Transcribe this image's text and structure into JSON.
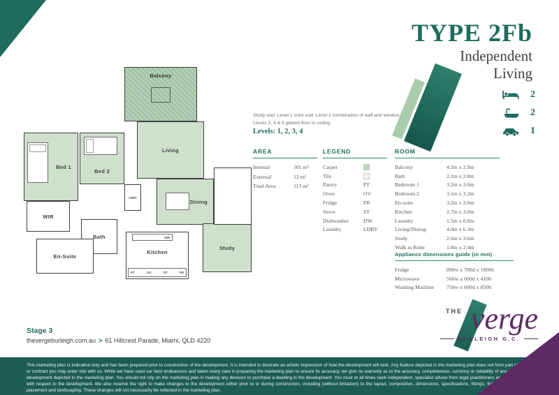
{
  "header": {
    "type_title": "TYPE 2Fb",
    "subtitle_line1": "Independent",
    "subtitle_line2": "Living"
  },
  "specs": {
    "beds": "2",
    "baths": "2",
    "cars": "1"
  },
  "study_note": {
    "line1": "Study wall: Level 1 solid wall. Level 2 combination of wall and window.",
    "line2": "Levels 3, 4 & 5 glazed floor to ceiling",
    "levels": "Levels: 1, 2, 3, 4"
  },
  "area": {
    "title": "AREA",
    "rows": [
      {
        "label": "Internal",
        "value": "101 m²"
      },
      {
        "label": "External",
        "value": "12 m²"
      },
      {
        "label": "Total Area",
        "value": "113 m²"
      }
    ]
  },
  "legend": {
    "title": "LEGEND",
    "rows": [
      {
        "label": "Carpet",
        "value": ""
      },
      {
        "label": "Tile",
        "value": ""
      },
      {
        "label": "Pantry",
        "value": "PT"
      },
      {
        "label": "Oven",
        "value": "OV"
      },
      {
        "label": "Fridge",
        "value": "FR"
      },
      {
        "label": "Stove",
        "value": "ST"
      },
      {
        "label": "Dishwasher",
        "value": "DW"
      },
      {
        "label": "Laundry",
        "value": "LDRY"
      }
    ]
  },
  "room": {
    "title": "ROOM",
    "rows": [
      {
        "label": "Balcony",
        "value": "4.2m x 2.9m"
      },
      {
        "label": "Bath",
        "value": "2.2m x 2.8m"
      },
      {
        "label": "Bedroom 1",
        "value": "3.2m x 3.6m"
      },
      {
        "label": "Bedroom 2",
        "value": "3.1m x 3.2m"
      },
      {
        "label": "En-suite",
        "value": "3.2m x 2.0m"
      },
      {
        "label": "Kitchen",
        "value": "2.7m x 3.0m"
      },
      {
        "label": "Laundry",
        "value": "1.5m x 0.8m"
      },
      {
        "label": "Living/Dining",
        "value": "4.0m x 6.3m"
      },
      {
        "label": "Study",
        "value": "2.6m x 3.6m"
      },
      {
        "label": "Walk in Robe",
        "value": "1.8m x 2.4m"
      }
    ]
  },
  "appliances": {
    "title": "Appliance dimensions guide (in mm)",
    "rows": [
      {
        "label": "Fridge",
        "value": "890w x 700d x 1800h"
      },
      {
        "label": "Microwave",
        "value": "560w x 600d x 410h"
      },
      {
        "label": "Washing Machine",
        "value": "750w x 600d x 850h"
      }
    ]
  },
  "floorplan": {
    "balcony": "Balcony",
    "living": "Living",
    "bed1": "Bed 1",
    "bed2": "Bed 2",
    "dining": "Dining",
    "wir": "WIR",
    "bath": "Bath",
    "ensuite": "En-Suite",
    "kitchen": "Kitchen",
    "study": "Study",
    "ldry": "LDRY",
    "codes": {
      "pt": "PT",
      "ov": "OV",
      "st": "ST",
      "fr": "FR",
      "dw": "DW"
    }
  },
  "footer_info": {
    "stage": "Stage 3",
    "website": "thevergeburleigh.com.au",
    "separator": ">",
    "address": "61 Hillcrest Parade, Miami, QLD 4220"
  },
  "logo": {
    "the": "THE",
    "name": "verge",
    "location": "BURLEIGH G.C."
  },
  "disclaimer": "This marketing plan is indicative only and has been prepared prior to construction of the development. It is intended to illustrate an artistic impression of how the development will look. Any feature depicted in the marketing plan does not form part of any agreement or contract you may enter into with us. While we have used our best endeavours and taken every care in preparing the marketing plan to ensure its accuracy, we give no warranty as to the accuracy, completeness, currency or reliability of any of the aspects of the development depicted in the marketing plan. You should not rely on the marketing plan in making any decision to purchase a dwelling in the development. You must at all times seek independent, specialist advice from legal practitioners and/or building consultants with respect to the development. We also reserve the right to make changes to the development either prior to or during construction, including (without limitation) to the layout, composition, dimensions, specifications, fittings, finishes, paint colours, window placement and landscaping. These changes will not necessarily be reflected in the marketing plan.",
  "colors": {
    "brand_teal": "#1f6b5e",
    "brand_purple": "#5e2a66",
    "carpet_green": "#cfe1cd",
    "footer_teal": "#1d5c52"
  }
}
